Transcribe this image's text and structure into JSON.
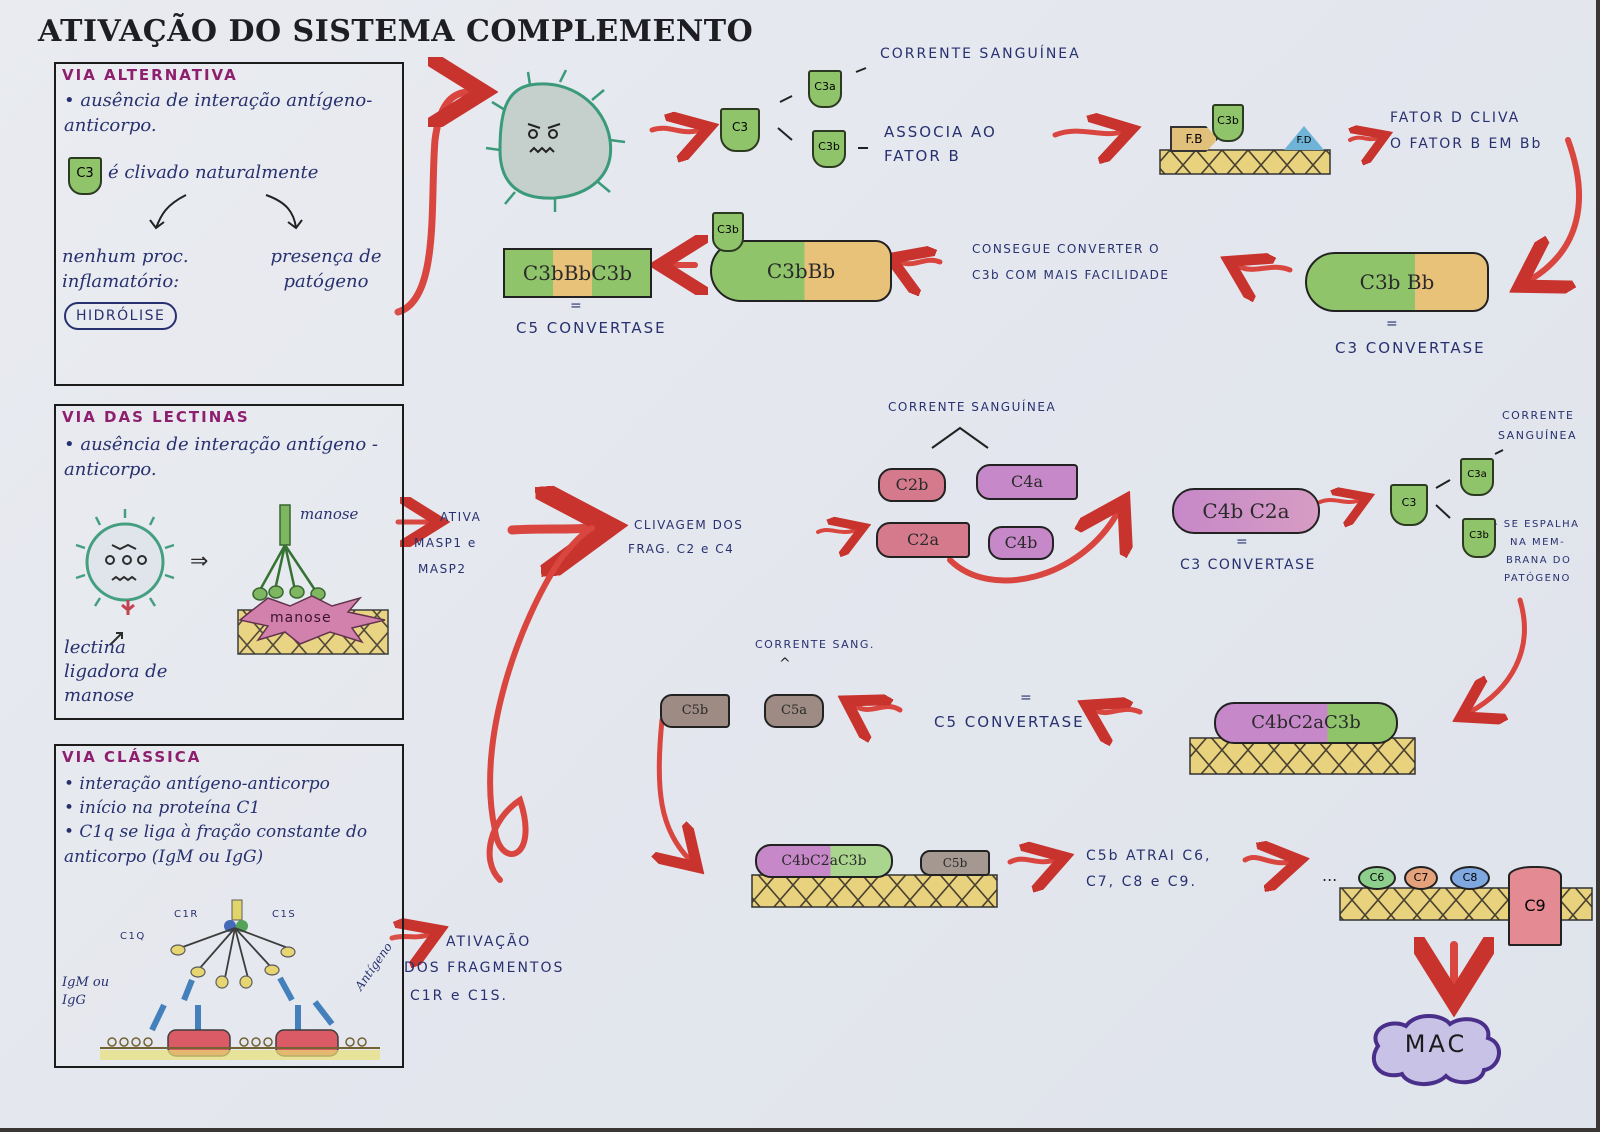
{
  "title": "ATIVAÇÃO DO SISTEMA COMPLEMENTO",
  "colors": {
    "arrow": "#d9463f",
    "green_protein": "#8fc46a",
    "orange_protein": "#e9c27a",
    "purple_protein": "#c688c8",
    "pink_protein": "#d47a8c",
    "grey_protein": "#9e8c84",
    "title_purple": "#8e1f6f",
    "ink_blue": "#27316f"
  },
  "alternativa": {
    "heading": "VIA ALTERNATIVA",
    "bullet1": "• ausência de interação antígeno-anticorpo.",
    "bullet2_suffix": "é clivado naturalmente",
    "c3_label": "C3",
    "branch_left": "nenhum proc. inflamatório:",
    "hidrolise": "HIDRÓLISE",
    "branch_right": "presença de patógeno"
  },
  "alt_flow": {
    "c3": "C3",
    "c3a": "C3a",
    "c3b": "C3b",
    "corrente": "CORRENTE SANGUÍNEA",
    "associa_line1": "ASSOCIA AO",
    "associa_line2": "FATOR B",
    "fb_label": "F.B",
    "fd_label": "F.D",
    "c3b_on_membrane": "C3b",
    "fator_d_line1": "FATOR D CLIVA",
    "fator_d_line2": "O FATOR B EM Bb",
    "c3_convertase_complex": "C3b Bb",
    "equals": "=",
    "c3_convertase_label": "C3 CONVERTASE",
    "consegue_line1": "CONSEGUE CONVERTER O",
    "consegue_line2": "C3b COM MAIS FACILIDADE",
    "c3bbb": "C3bBb",
    "c3b_extra": "C3b",
    "c5_complex": "C3bBbC3b",
    "c5_convertase_label": "C5 CONVERTASE"
  },
  "lectinas": {
    "heading": "VIA DAS LECTINAS",
    "bullet1": "• ausência de interação antígeno - anticorpo.",
    "manose_label": "manose",
    "manose_membrane": "manose",
    "lectina_label": "lectina ligadora de manose",
    "ativa_line1": "ATIVA",
    "ativa_line2": "MASP1 e",
    "ativa_line3": "MASP2"
  },
  "lec_flow": {
    "clivagem_line1": "CLIVAGEM DOS",
    "clivagem_line2": "FRAG. C2 e C4",
    "corrente": "CORRENTE SANGUÍNEA",
    "c2b": "C2b",
    "c4a": "C4a",
    "c2a": "C2a",
    "c4b": "C4b",
    "c4bc2a": "C4b C2a",
    "equals": "=",
    "c3_convertase_label": "C3 CONVERTASE",
    "c3": "C3",
    "c3a": "C3a",
    "c3b": "C3b",
    "corrente_right_line1": "CORRENTE",
    "corrente_right_line2": "SANGUÍNEA",
    "espalha_lines": [
      "- SE ESPALHA",
      "NA MEM-",
      "BRANA DO",
      "PATÓGENO"
    ]
  },
  "c5_flow": {
    "complex": "C4bC2aC3b",
    "equals": "=",
    "c5_convertase_label": "C5 CONVERTASE",
    "corrente": "CORRENTE SANG.",
    "c5a": "C5a",
    "c5b": "C5b"
  },
  "mac_flow": {
    "membrane_complex": "C4bC2aC3b",
    "c5b": "C5b",
    "atrai_line1": "C5b ATRAI C6,",
    "atrai_line2": "C7, C8 e C9.",
    "ellipsis": "...",
    "c6": "C6",
    "c7": "C7",
    "c8": "C8",
    "c9": "C9",
    "mac": "MAC"
  },
  "classica": {
    "heading": "VIA CLÁSSICA",
    "bullet1": "• interação antígeno-anticorpo",
    "bullet2": "• início na proteína C1",
    "bullet3": "• C1q se liga à fração constante do anticorpo (IgM ou IgG)",
    "c1r": "C1R",
    "c1s": "C1S",
    "c1q": "C1Q",
    "igm_igg": "IgM ou IgG",
    "antigeno": "Antígeno",
    "ativacao_line1": "ATIVAÇÃO",
    "ativacao_line2": "DOS FRAGMENTOS",
    "ativacao_line3": "C1R e C1S."
  }
}
